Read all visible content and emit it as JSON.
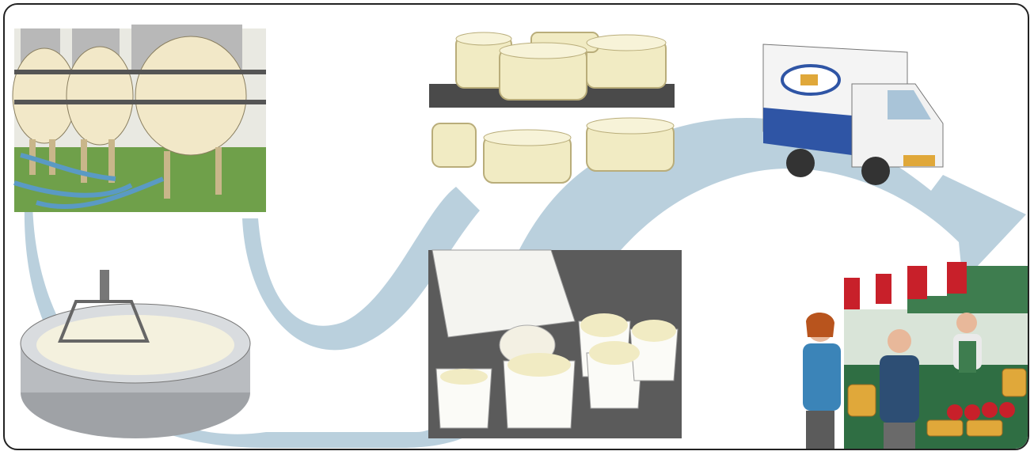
{
  "diagram": {
    "title": "",
    "steps": [
      {
        "id": "milking",
        "icon": "sheep-milking-icon"
      },
      {
        "id": "curdling",
        "icon": "curd-vat-icon"
      },
      {
        "id": "moulding",
        "icon": "cheese-moulding-icon"
      },
      {
        "id": "ripening",
        "icon": "cheese-ripening-icon"
      },
      {
        "id": "transport",
        "icon": "delivery-truck-icon"
      },
      {
        "id": "market",
        "icon": "market-stall-icon"
      }
    ]
  },
  "colors": {
    "flow_arrow": "#b3cbd9",
    "border": "#222222",
    "grass": "#6fa04a",
    "cheese": "#f1ebc3",
    "truck_blue": "#2f55a5",
    "awning_red": "#c8202a"
  }
}
